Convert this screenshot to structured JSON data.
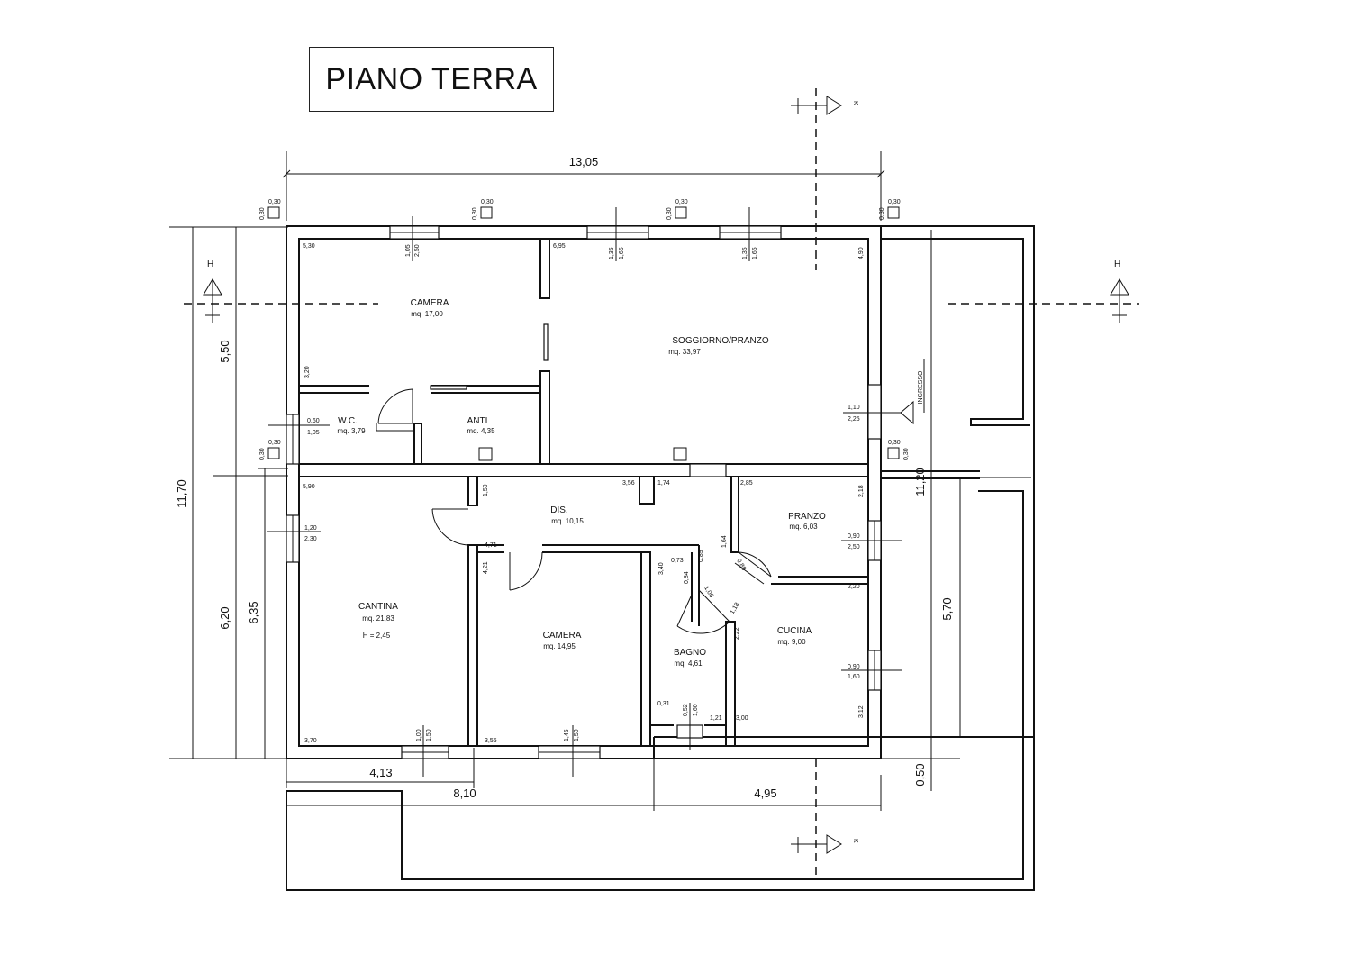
{
  "title": "PIANO TERRA",
  "rooms": [
    {
      "name": "CAMERA",
      "area": "mq. 17,00"
    },
    {
      "name": "SOGGIORNO/PRANZO",
      "area": "mq. 33,97"
    },
    {
      "name": "W.C.",
      "area": "mq. 3,79"
    },
    {
      "name": "ANTI",
      "area": "mq. 4,35"
    },
    {
      "name": "DIS.",
      "area": "mq. 10,15"
    },
    {
      "name": "PRANZO",
      "area": "mq. 6,03"
    },
    {
      "name": "CANTINA",
      "area": "mq. 21,83",
      "note": "H = 2,45"
    },
    {
      "name": "CAMERA",
      "area": "mq. 14,95"
    },
    {
      "name": "BAGNO",
      "area": "mq. 4,61"
    },
    {
      "name": "CUCINA",
      "area": "mq. 9,00"
    }
  ],
  "entrance_label": "INGRESSO",
  "section_markers": {
    "h": "H",
    "k": "K"
  },
  "overall_dims": {
    "width_top": "13,05",
    "height_left": "11,70",
    "upper_height": "5,50",
    "lower_height_a": "6,20",
    "lower_height_b": "6,35",
    "right_upper": "11,20",
    "right_lower": "5,70",
    "right_bottom": "0,50",
    "bottom_a": "4,13",
    "bottom_b": "8,10",
    "bottom_c": "4,95"
  },
  "small_dims": {
    "h530": "5,30",
    "h320": "3,20",
    "h105": "1,05",
    "h250": "2,50",
    "h695": "6,95",
    "h135a": "1,35",
    "h165a": "1,65",
    "h135b": "1,35",
    "h165b": "1,65",
    "h490": "4,90",
    "h110": "1,10",
    "h225": "2,25",
    "h060": "0,60",
    "h105b": "1,05",
    "h590": "5,90",
    "h120": "1,20",
    "h230": "2,30",
    "h159": "1,59",
    "h356": "3,56",
    "h174": "1,74",
    "h285": "2,85",
    "h218": "2,18",
    "h164": "1,64",
    "h088": "0,88",
    "h090a": "0,90",
    "h250b": "2,50",
    "h471": "4,71",
    "h421": "4,21",
    "h340": "3,40",
    "h073": "0,73",
    "h084": "0,84",
    "h089": "0,89",
    "h106": "1,06",
    "h118": "1,18",
    "h222": "2,22",
    "h220": "2,20",
    "h090b": "0,90",
    "h160": "1,60",
    "h031": "0,31",
    "h052": "0,52",
    "h160b": "1,60",
    "h121": "1,21",
    "h300": "3,00",
    "h312": "3,12",
    "h370": "3,70",
    "h100": "1,00",
    "h150a": "1,50",
    "h355": "3,55",
    "h145": "1,45",
    "h150b": "1,50",
    "p030": "0,30"
  }
}
